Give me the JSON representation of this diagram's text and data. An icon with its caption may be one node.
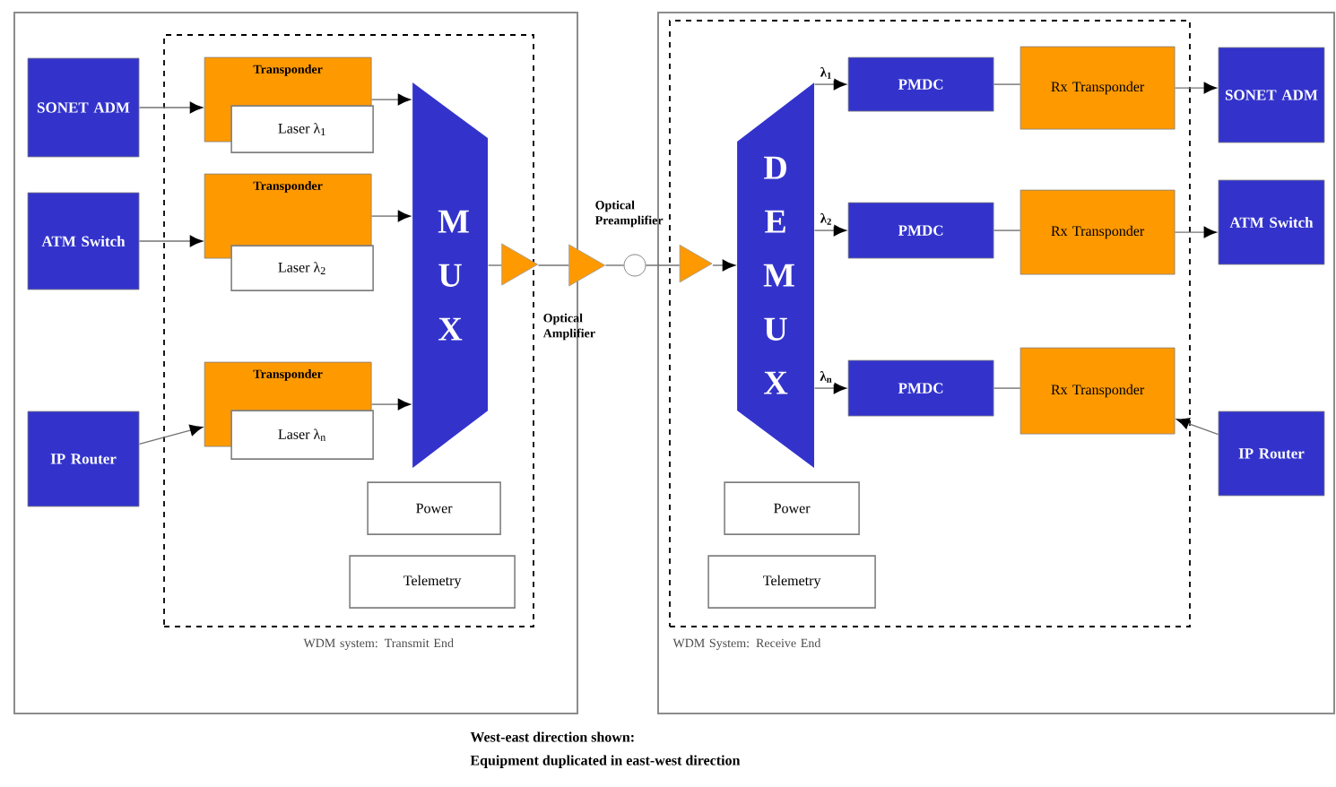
{
  "diagram": {
    "nodes": [
      {
        "text": [],
        "shape": "box"
      },
      {
        "text": [
          "WDM system: Transmit End"
        ],
        "in": 0
      },
      {
        "text": [
          "SONET ADM"
        ],
        "in": 0
      },
      {
        "text": [
          "ATM Switch"
        ],
        "in": 0
      },
      {
        "text": [
          "IP Router"
        ],
        "in": 0
      },
      {
        "text": [
          "Transponder"
        ],
        "in": 1
      },
      {
        "text": [
          "Laser λ$_{1}$"
        ],
        "in": 1
      },
      {
        "text": [
          "Transponder"
        ],
        "in": 1
      },
      {
        "text": [
          "Laser λ$_{2}$"
        ],
        "in": 1
      },
      {
        "text": [
          "Transponder"
        ],
        "in": 1
      },
      {
        "text": [
          "Laser λ$_{n}$"
        ],
        "in": 1
      },
      {
        "text": [
          "M U X"
        ],
        "in": 1
      },
      {
        "text": [
          "Power"
        ],
        "in": 1
      },
      {
        "text": [
          "Telemetry"
        ],
        "in": 1
      },
      {
        "text": [],
        "shape": "triangle",
        "beside": [
          "Optical Amplifier"
        ],
        "in": 0
      },
      {
        "text": [],
        "shape": "triangle"
      },
      {
        "text": [],
        "shape": "circle",
        "beside": [
          "Optical Preamplifier"
        ]
      },
      {
        "text": [],
        "shape": "box"
      },
      {
        "text": [
          "WDM System: Receive End"
        ],
        "in": 17
      },
      {
        "text": [],
        "shape": "triangle",
        "in": 18
      },
      {
        "text": [
          "D E M U X"
        ],
        "in": 18
      },
      {
        "text": [
          "PMDC"
        ],
        "in": 18
      },
      {
        "text": [
          "Rx Transponder"
        ],
        "in": 18
      },
      {
        "text": [
          "SONET ADM"
        ],
        "in": 17
      },
      {
        "text": [
          "PMDC"
        ],
        "in": 18
      },
      {
        "text": [
          "Rx Transponder"
        ],
        "in": 18
      },
      {
        "text": [
          "ATM Switch"
        ],
        "in": 17
      },
      {
        "text": [
          "PMDC"
        ],
        "in": 18
      },
      {
        "text": [
          "Rx Transponder"
        ],
        "in": 18
      },
      {
        "text": [
          "IP Router"
        ],
        "in": 17
      },
      {
        "text": [
          "Power"
        ],
        "in": 18
      },
      {
        "text": [
          "Telemetry"
        ],
        "in": 18
      }
    ],
    "edges": [
      {
        "from": 2,
        "to": 5,
        "arrow": "to"
      },
      {
        "from": 3,
        "to": 7,
        "arrow": "to"
      },
      {
        "from": 4,
        "to": 9,
        "arrow": "to"
      },
      {
        "from": 5,
        "to": 11,
        "arrow": "to"
      },
      {
        "from": 7,
        "to": 11,
        "arrow": "to"
      },
      {
        "from": 9,
        "to": 11,
        "arrow": "to"
      },
      {
        "from": 11,
        "to": 14,
        "arrow": "none"
      },
      {
        "from": 14,
        "to": 15,
        "arrow": "none"
      },
      {
        "from": 15,
        "to": 16,
        "arrow": "none"
      },
      {
        "from": 16,
        "to": 19,
        "arrow": "none"
      },
      {
        "from": 19,
        "to": 20,
        "arrow": "to"
      },
      {
        "from": 20,
        "to": 21,
        "arrow": "to",
        "label": "λ$_{1}$"
      },
      {
        "from": 20,
        "to": 24,
        "arrow": "to",
        "label": "λ$_{2}$"
      },
      {
        "from": 20,
        "to": 27,
        "arrow": "to",
        "label": "λ$_{n}$"
      },
      {
        "from": 21,
        "to": 22,
        "arrow": "none"
      },
      {
        "from": 24,
        "to": 25,
        "arrow": "none"
      },
      {
        "from": 27,
        "to": 28,
        "arrow": "none"
      },
      {
        "from": 22,
        "to": 23,
        "arrow": "to"
      },
      {
        "from": 25,
        "to": 26,
        "arrow": "to"
      },
      {
        "from": 29,
        "to": 28,
        "arrow": "to"
      }
    ],
    "labels": [
      "West-east direction shown:",
      "Equipment duplicated in east-west direction"
    ]
  }
}
